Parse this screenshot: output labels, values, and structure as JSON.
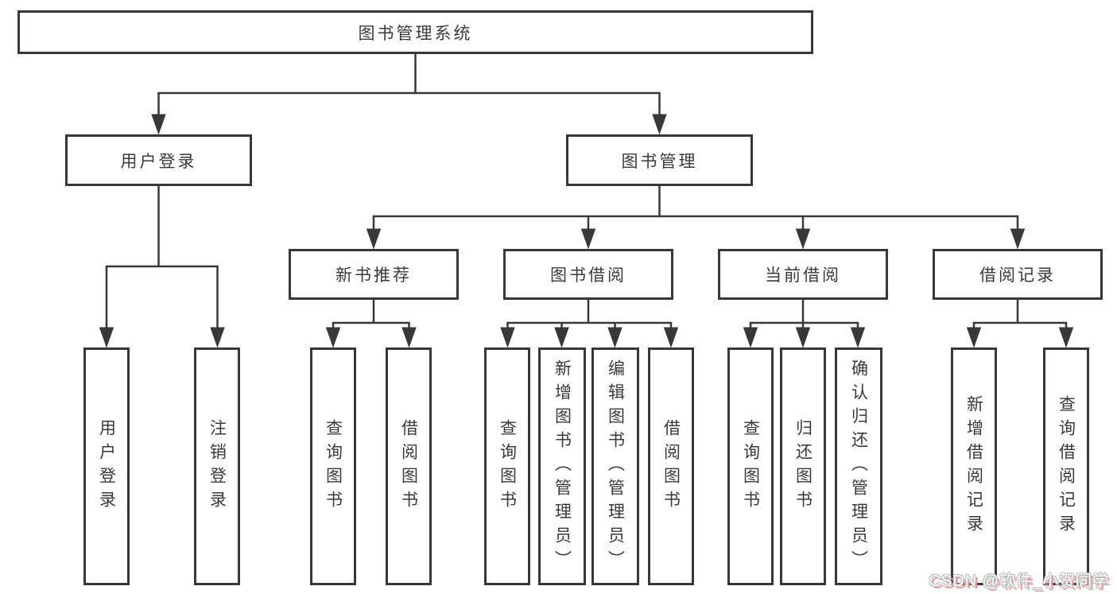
{
  "diagram": {
    "root": {
      "label": "图书管理系统",
      "children": [
        {
          "label": "用户登录",
          "children": [
            {
              "label": "用户登录"
            },
            {
              "label": "注销登录"
            }
          ]
        },
        {
          "label": "图书管理",
          "children": [
            {
              "label": "新书推荐",
              "children": [
                {
                  "label": "查询图书"
                },
                {
                  "label": "借阅图书"
                }
              ]
            },
            {
              "label": "图书借阅",
              "children": [
                {
                  "label": "查询图书"
                },
                {
                  "label": "新增图书（管理员）"
                },
                {
                  "label": "编辑图书（管理员）"
                },
                {
                  "label": "借阅图书"
                }
              ]
            },
            {
              "label": "当前借阅",
              "children": [
                {
                  "label": "查询图书"
                },
                {
                  "label": "归还图书"
                },
                {
                  "label": "确认归还（管理员）"
                }
              ]
            },
            {
              "label": "借阅记录",
              "children": [
                {
                  "label": "新增借阅记录"
                },
                {
                  "label": "查询借阅记录"
                }
              ]
            }
          ]
        }
      ]
    },
    "watermark": {
      "text": "CSDN @软件_小贺同学"
    },
    "colors": {
      "line": "#383838",
      "box_border": "#383838",
      "box_background": "#ffffff",
      "text": "#3a3a3a",
      "watermark_text": "#ffffff",
      "watermark_shadow": "#ee8d8d"
    }
  }
}
